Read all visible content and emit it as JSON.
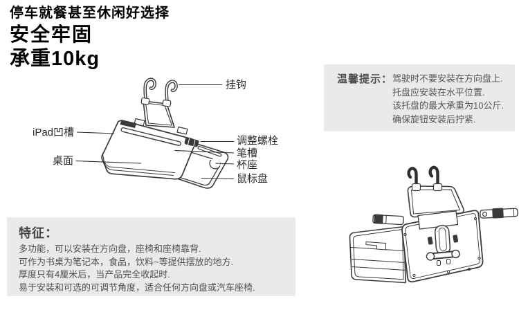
{
  "header": {
    "tagline": "停车就餐甚至休闲好选择",
    "title": "安全牢固",
    "capacity": "承重10kg"
  },
  "diagram": {
    "callouts": {
      "hook": "挂钩",
      "ipad_groove": "iPad凹槽",
      "desktop": "桌面",
      "adjust_bolt": "调整螺栓",
      "pen_slot": "笔槽",
      "cup_holder": "杯座",
      "mouse_tray": "鼠标盘"
    },
    "views": {
      "exploded": "product-open-view-line-art",
      "folded": "product-folded-rear-view-line-art"
    }
  },
  "tips_box": {
    "label": "温馨提示：",
    "lines": [
      "驾驶时不要安装在方向盘上.",
      "托盘应安装在水平位置.",
      "该托盘的最大承重为10公斤.",
      "确保旋钮安装后拧紧."
    ]
  },
  "features_box": {
    "label": "特征：",
    "lines": [
      "多功能，可以安装在方向盘，座椅和座椅靠背.",
      "可作为书桌为笔记本，食品，饮料~等提供摆放的地方.",
      "厚度只有4厘米后，当产品完全收起时.",
      "易于安装和可选的可调节角度，适合任何方向盘或汽车座椅."
    ]
  },
  "colors": {
    "panel_bg": "#eaeaea",
    "heading_text": "#000000",
    "body_text": "#4f4f4f",
    "line_art": "#3a3a3a"
  }
}
